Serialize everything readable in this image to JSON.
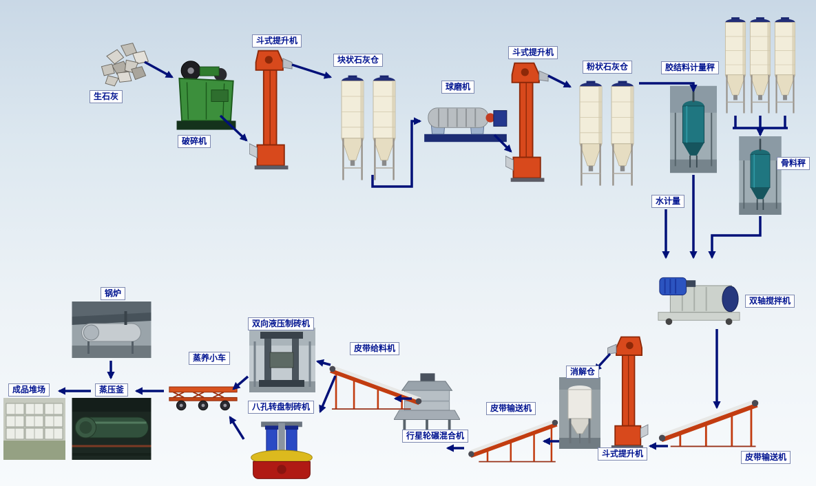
{
  "diagram": {
    "colors": {
      "arrow": "#001078",
      "label_text": "#001390",
      "label_bg": "#ffffff",
      "label_border": "#7d88b0",
      "background_top": "#c9d8e6",
      "background_bottom": "#f7fafc"
    },
    "labels": {
      "quicklime": "生石灰",
      "crusher": "破碎机",
      "bucket_elevator_1": "斗式提升机",
      "lump_lime_silo": "块状石灰仓",
      "ball_mill": "球磨机",
      "bucket_elevator_2": "斗式提升机",
      "powder_lime_silo": "粉状石灰仓",
      "binder_metering_scale": "胶结料计量秤",
      "aggregate_scale": "骨料秤",
      "water_metering": "水计量",
      "twin_shaft_mixer": "双轴搅拌机",
      "belt_conveyor_right": "皮带输送机",
      "bucket_elevator_3": "斗式提升机",
      "digestion_silo": "消解仓",
      "belt_conveyor_mid": "皮带输送机",
      "planetary_roller_mixer": "行星轮碾混合机",
      "belt_feeder": "皮带给料机",
      "hydraulic_brick_machine": "双向液压制砖机",
      "rotary_brick_machine": "八孔转盘制砖机",
      "steam_curing_trolley": "蒸养小车",
      "autoclave": "蒸压釜",
      "boiler": "锅炉",
      "finished_product_yard": "成品堆场"
    }
  }
}
